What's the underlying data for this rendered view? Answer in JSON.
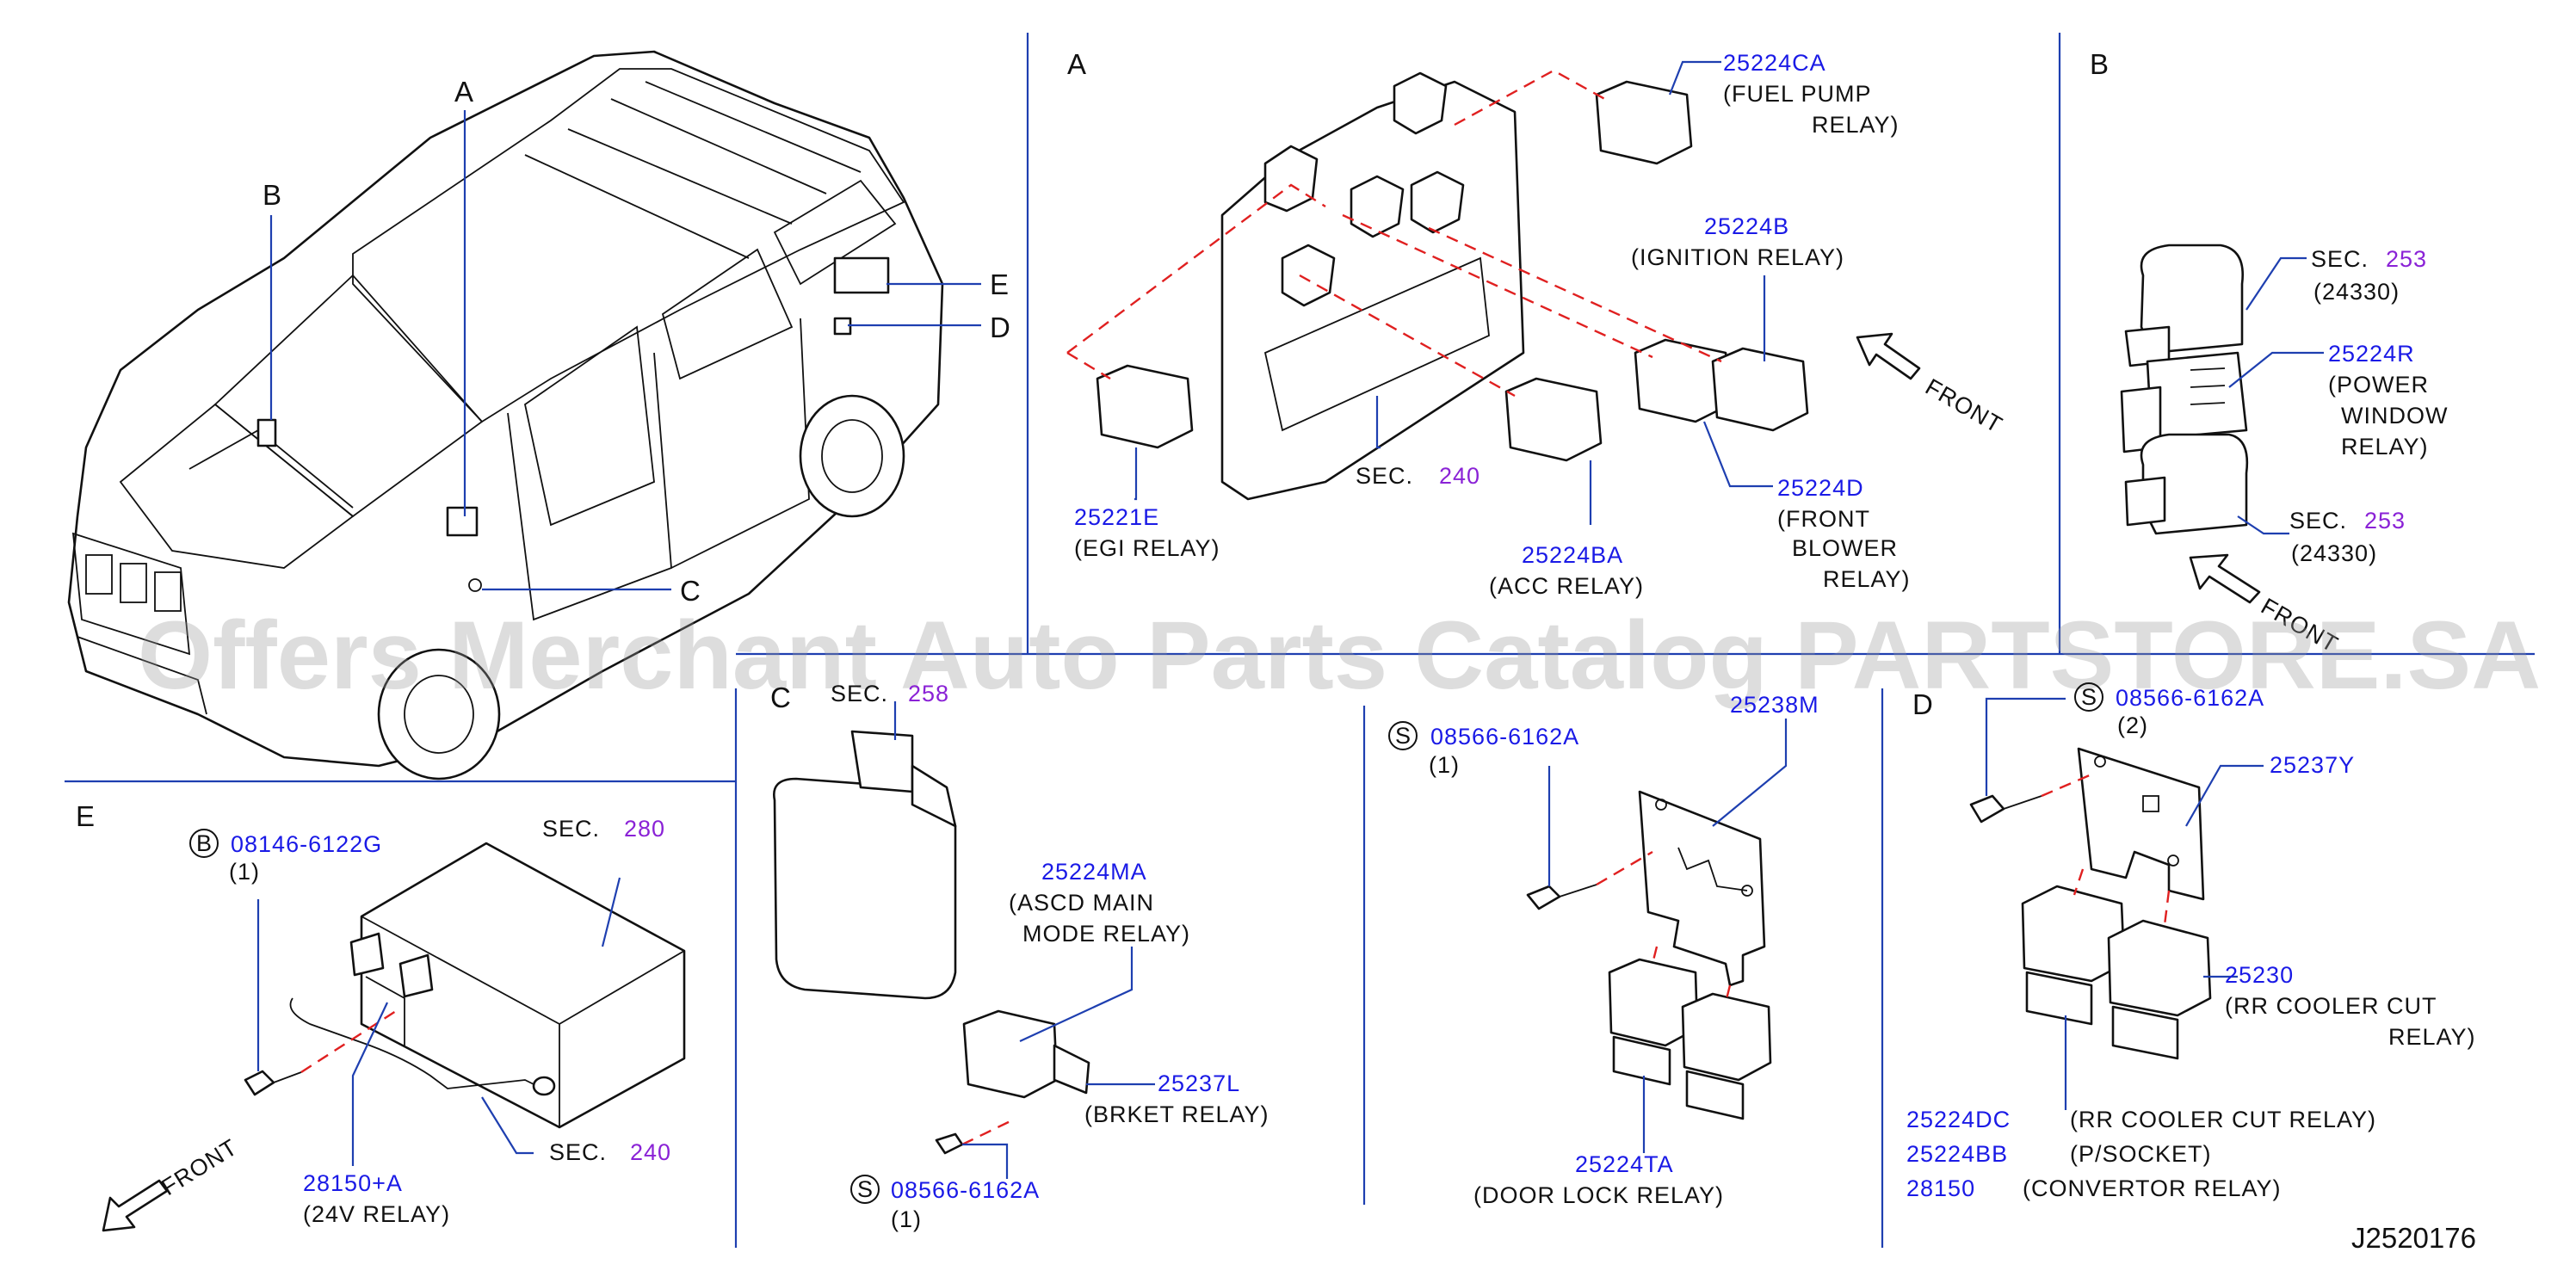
{
  "callouts": {
    "a": "A",
    "b": "B",
    "c": "C",
    "d": "D",
    "e": "E"
  },
  "sections": {
    "a": "A",
    "b": "B",
    "c": "C",
    "d": "D",
    "e": "E"
  },
  "section_a": {
    "p1_num": "25224CA",
    "p1_l1": "(FUEL   PUMP",
    "p1_l2": "RELAY)",
    "p2_num": "25224B",
    "p2_l1": "(IGNITION   RELAY)",
    "p3_num": "25221E",
    "p3_l1": "(EGI   RELAY)",
    "sec_label": "SEC.",
    "sec_num": "240",
    "p4_num": "25224BA",
    "p4_l1": "(ACC   RELAY)",
    "p5_num": "25224D",
    "p5_l1": "(FRONT",
    "p5_l2": "BLOWER",
    "p5_l3": "RELAY)",
    "front": "FRONT"
  },
  "section_b": {
    "sec1_label": "SEC.",
    "sec1_num": "253",
    "sec1_sub": "(24330)",
    "p1_num": "25224R",
    "p1_l1": "(POWER",
    "p1_l2": "WINDOW",
    "p1_l3": "RELAY)",
    "sec2_label": "SEC.",
    "sec2_num": "253",
    "sec2_sub": "(24330)",
    "front": "FRONT"
  },
  "section_c": {
    "sec_label": "SEC.",
    "sec_num": "258",
    "p1_num": "25224MA",
    "p1_l1": "(ASCD   MAIN",
    "p1_l2": "MODE   RELAY)",
    "p2_num": "25237L",
    "p2_l1": "(BRKET   RELAY)",
    "screw_circ": "S",
    "screw_num": "08566-6162A",
    "screw_qty": "(1)"
  },
  "section_mid": {
    "screw_circ": "S",
    "screw_num": "08566-6162A",
    "screw_qty": "(1)",
    "p1_num": "25238M",
    "p2_num": "25224TA",
    "p2_l1": "(DOOR   LOCK   RELAY)"
  },
  "section_d": {
    "screw_circ": "S",
    "screw_num": "08566-6162A",
    "screw_qty": "(2)",
    "p1_num": "25237Y",
    "p2_num": "25230",
    "p2_l1": "(RR   COOLER   CUT",
    "p2_l2": "RELAY)",
    "r1_num": "25224DC",
    "r1_txt": "(RR   COOLER   CUT   RELAY)",
    "r2_num": "25224BB",
    "r2_txt": "(P/SOCKET)",
    "r3_num": "28150",
    "r3_txt": "(CONVERTOR   RELAY)"
  },
  "section_e": {
    "bolt_circ": "B",
    "bolt_num": "08146-6122G",
    "bolt_qty": "(1)",
    "sec1_label": "SEC.",
    "sec1_num": "280",
    "sec2_label": "SEC.",
    "sec2_num": "240",
    "p1_num": "28150+A",
    "p1_l1": "(24V   RELAY)",
    "front": "FRONT"
  },
  "diagram_id": "J2520176",
  "watermark": "Offers Merchant Auto Parts Catalog PARTSTORE.SA",
  "colors": {
    "part_number": "#1a1ae6",
    "sec_number": "#8a22d6",
    "leader": "#1e3fb0",
    "hidden_line": "#e02020"
  }
}
